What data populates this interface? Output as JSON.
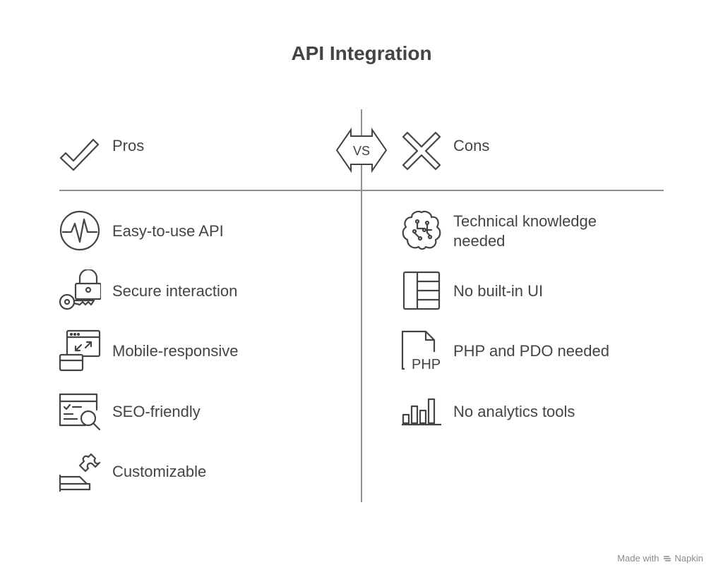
{
  "title": "API Integration",
  "pros": {
    "header": "Pros",
    "items": [
      {
        "label": "Easy-to-use API",
        "icon": "pulse-icon"
      },
      {
        "label": "Secure interaction",
        "icon": "key-lock-icon"
      },
      {
        "label": "Mobile-responsive",
        "icon": "responsive-screens-icon"
      },
      {
        "label": "SEO-friendly",
        "icon": "seo-search-icon"
      },
      {
        "label": "Customizable",
        "icon": "puzzle-hand-icon"
      }
    ]
  },
  "cons": {
    "header": "Cons",
    "items": [
      {
        "label": "Technical knowledge needed",
        "icon": "brain-circuit-icon"
      },
      {
        "label": "No built-in UI",
        "icon": "layout-panel-icon"
      },
      {
        "label": "PHP and PDO needed",
        "icon": "php-file-icon"
      },
      {
        "label": "No analytics tools",
        "icon": "bar-chart-icon"
      }
    ]
  },
  "vs_label": "VS",
  "footer": {
    "prefix": "Made with",
    "brand": "Napkin"
  },
  "colors": {
    "text": "#444444",
    "line": "#8f8f8f",
    "footer": "#8a8a8a"
  }
}
